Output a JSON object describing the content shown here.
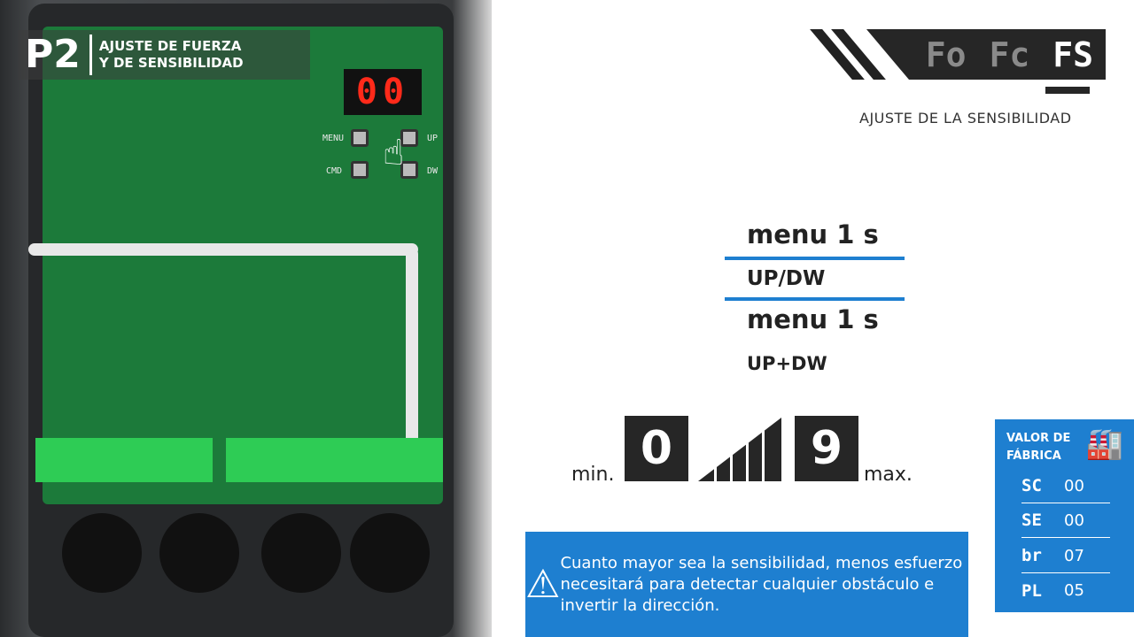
{
  "badge": {
    "number": "P2",
    "title_line1": "AJUSTE DE FUERZA",
    "title_line2": "Y DE SENSIBILIDAD"
  },
  "board": {
    "led_display": "00",
    "labels": [
      "MENU",
      "UP",
      "CMD",
      "DW"
    ]
  },
  "display": {
    "items": [
      {
        "code": "Fo",
        "active": false
      },
      {
        "code": "Fc",
        "active": false
      },
      {
        "code": "FS",
        "active": true
      }
    ],
    "subtitle": "AJUSTE DE LA SENSIBILIDAD"
  },
  "steps": [
    "menu 1 s",
    "UP/DW",
    "menu 1 s",
    "UP+DW"
  ],
  "scale": {
    "min_label": "min.",
    "min_value": "0",
    "max_value": "9",
    "max_label": "max."
  },
  "info": {
    "icon": "warning-icon",
    "text": "Cuanto mayor sea la sensibilidad, menos esfuerzo necesitará para detectar cualquier obstáculo e invertir la dirección."
  },
  "factory": {
    "title_line1": "VALOR DE",
    "title_line2": "FÁBRICA",
    "icon": "factory-icon",
    "rows": [
      {
        "code": "SC",
        "value": "00"
      },
      {
        "code": "SE",
        "value": "00"
      },
      {
        "code": "br",
        "value": "07"
      },
      {
        "code": "PL",
        "value": "05"
      }
    ]
  },
  "colors": {
    "accent": "#1e7fd0",
    "display_bg": "#262626",
    "pcb": "#1c7a3a"
  }
}
